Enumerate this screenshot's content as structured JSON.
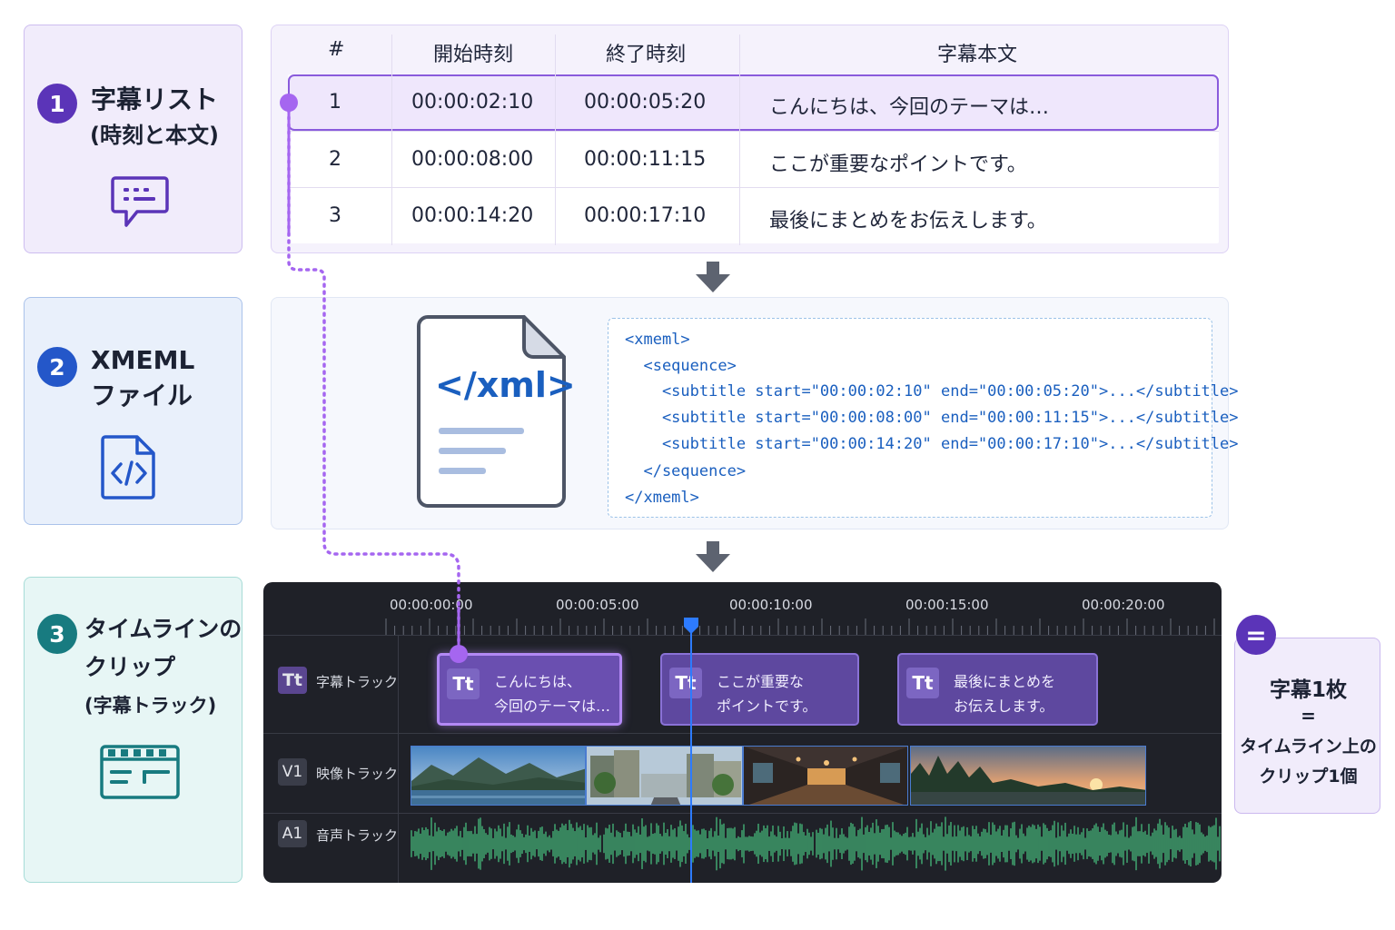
{
  "steps": [
    {
      "num": "1",
      "title_line1": "字幕リスト",
      "title_line2": "(時刻と本文)",
      "icon": "chat-bubble-icon"
    },
    {
      "num": "2",
      "title_line1": "XMEML",
      "title_line2": "ファイル",
      "icon": "code-file-icon"
    },
    {
      "num": "3",
      "title_line1": "タイムラインの",
      "title_line2": "クリップ",
      "title_line3": "(字幕トラック)",
      "icon": "clapperboard-icon"
    }
  ],
  "table": {
    "headers": [
      "#",
      "開始時刻",
      "終了時刻",
      "字幕本文"
    ],
    "rows": [
      {
        "num": "1",
        "start": "00:00:02:10",
        "end": "00:00:05:20",
        "text": "こんにちは、今回のテーマは…"
      },
      {
        "num": "2",
        "start": "00:00:08:00",
        "end": "00:00:11:15",
        "text": "ここが重要なポイントです。"
      },
      {
        "num": "3",
        "start": "00:00:14:20",
        "end": "00:00:17:10",
        "text": "最後にまとめをお伝えします。"
      }
    ]
  },
  "xml": {
    "file_icon_label": "</xml>",
    "lines": [
      "<xmeml>",
      "  <sequence>",
      "    <subtitle start=\"00:00:02:10\" end=\"00:00:05:20\">...</subtitle>",
      "    <subtitle start=\"00:00:08:00\" end=\"00:00:11:15\">...</subtitle>",
      "    <subtitle start=\"00:00:14:20\" end=\"00:00:17:10\">...</subtitle>",
      "  </sequence>",
      "</xmeml>"
    ]
  },
  "timeline": {
    "ruler": [
      "00:00:00:00",
      "00:00:05:00",
      "00:00:10:00",
      "00:00:15:00",
      "00:00:20:00"
    ],
    "tracks": [
      {
        "badge": "Tt",
        "name": "字幕トラック"
      },
      {
        "badge": "V1",
        "name": "映像トラック"
      },
      {
        "badge": "A1",
        "name": "音声トラック"
      }
    ],
    "clips": [
      {
        "icon": "Tt",
        "line1": "こんにちは、",
        "line2": "今回のテーマは…"
      },
      {
        "icon": "Tt",
        "line1": "ここが重要な",
        "line2": "ポイントです。"
      },
      {
        "icon": "Tt",
        "line1": "最後にまとめを",
        "line2": "お伝えします。"
      }
    ],
    "video_clips": [
      "mountain-lake-thumbnail",
      "city-street-thumbnail",
      "corridor-thumbnail",
      "sunset-forest-thumbnail"
    ],
    "colors": {
      "background": "#1f2128",
      "clip": "#5e489f",
      "playhead": "#2d7bff",
      "waveform": "#3f9e6c"
    }
  },
  "note": {
    "badge": "=",
    "line1": "字幕1枚",
    "line2": "=",
    "line3": "タイムライン上の",
    "line4": "クリップ1個"
  }
}
